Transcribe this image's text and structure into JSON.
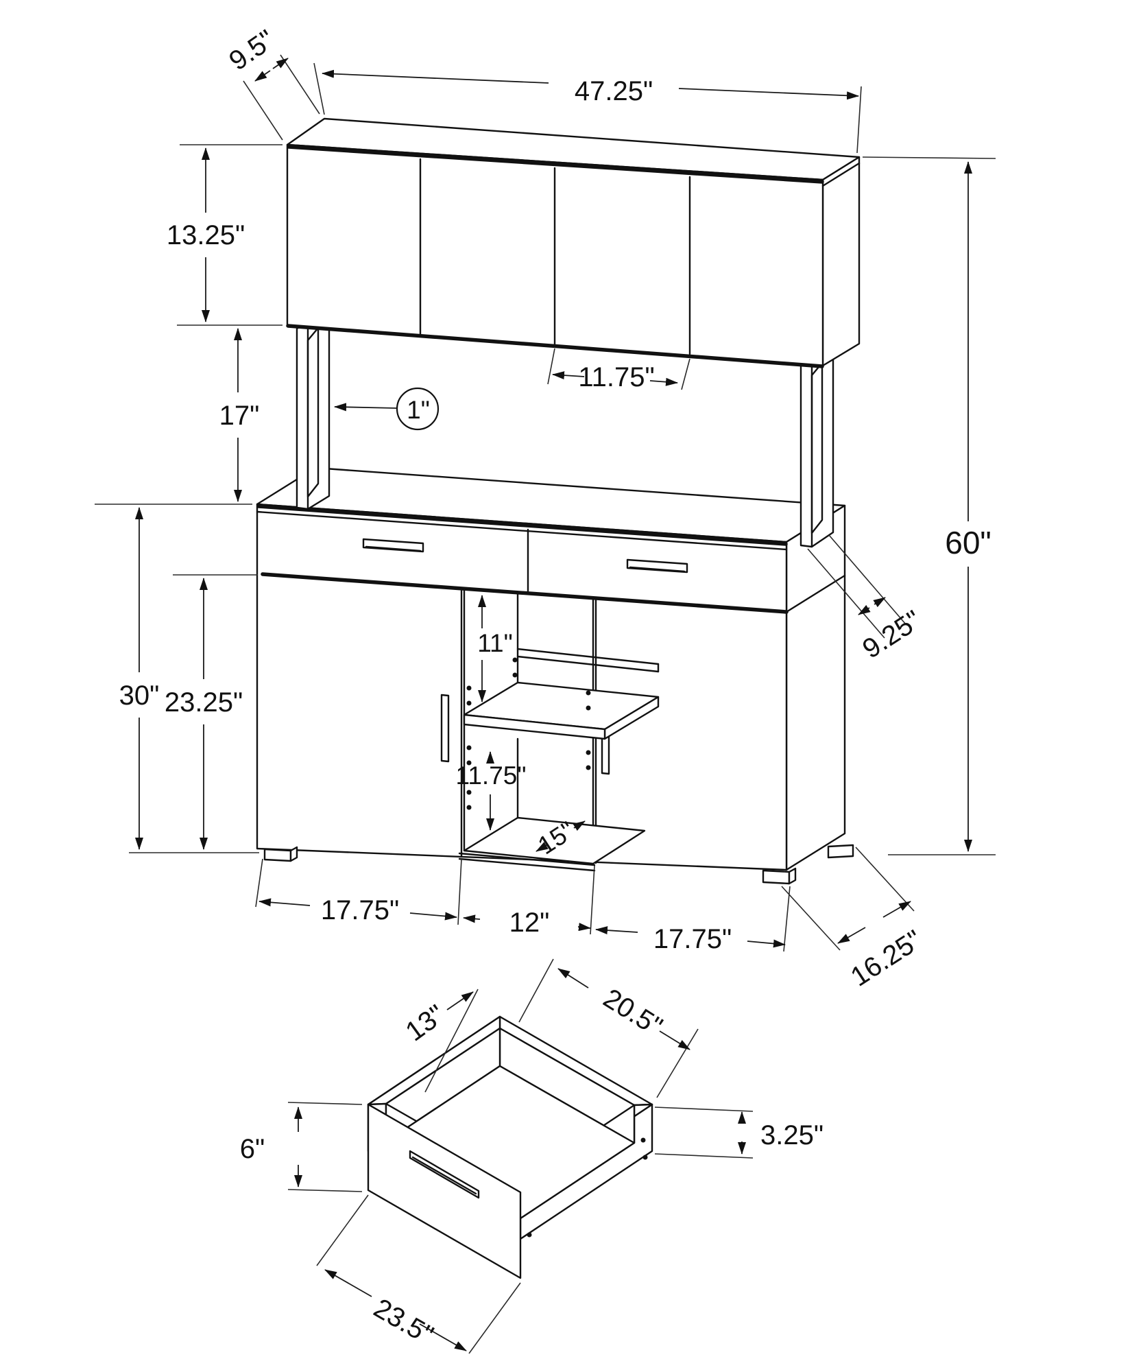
{
  "document": {
    "type": "furniture-dimension-diagram",
    "subject": "office storage credenza with hutch and drawer detail",
    "units": "inches",
    "background_color": "#ffffff",
    "line_color": "#111111"
  },
  "main_view": {
    "dimensions": {
      "hutch_top_depth": "9.5\"",
      "overall_width": "47.25\"",
      "hutch_height": "13.25\"",
      "hutch_door_width": "11.75\"",
      "open_gap_height": "17\"",
      "frame_tube_thickness": "1\"",
      "overall_height": "60\"",
      "base_total_height": "30\"",
      "door_height": "23.25\"",
      "upper_shelf_space": "11\"",
      "lower_shelf_space": "11.75\"",
      "shelf_depth": "15\"",
      "support_frame_depth": "9.25\"",
      "left_door_width": "17.75\"",
      "center_section_width": "12\"",
      "right_door_width": "17.75\"",
      "base_depth": "16.25\""
    }
  },
  "drawer_detail": {
    "dimensions": {
      "interior_depth": "13\"",
      "interior_width": "20.5\"",
      "front_panel_height": "6\"",
      "side_panel_height": "3.25\"",
      "front_width": "23.5\""
    }
  }
}
